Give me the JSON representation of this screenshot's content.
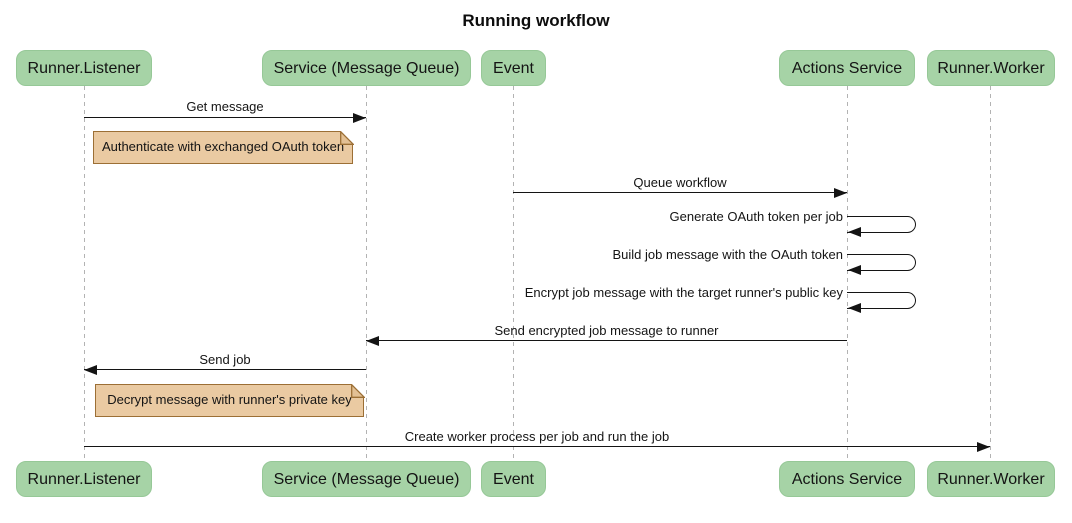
{
  "title": "Running workflow",
  "diagram_type": "sequence",
  "colors": {
    "actor_fill": "#a6d3a6",
    "actor_border": "#96c897",
    "note_fill": "#eacaa2",
    "note_border": "#9c6f35",
    "line": "#141414",
    "lifeline": "#b3b3b3",
    "background": "#ffffff"
  },
  "participants": [
    {
      "id": "runner-listener",
      "label": "Runner.Listener"
    },
    {
      "id": "service-message-queue",
      "label": "Service (Message Queue)"
    },
    {
      "id": "event",
      "label": "Event"
    },
    {
      "id": "actions-service",
      "label": "Actions Service"
    },
    {
      "id": "runner-worker",
      "label": "Runner.Worker"
    }
  ],
  "messages": [
    {
      "from": "Runner.Listener",
      "to": "Service (Message Queue)",
      "label": "Get message",
      "type": "arrow"
    },
    {
      "from": "Event",
      "to": "Actions Service",
      "label": "Queue workflow",
      "type": "arrow"
    },
    {
      "from": "Actions Service",
      "to": "Actions Service",
      "label": "Generate OAuth token per job",
      "type": "self"
    },
    {
      "from": "Actions Service",
      "to": "Actions Service",
      "label": "Build job message with the OAuth token",
      "type": "self"
    },
    {
      "from": "Actions Service",
      "to": "Actions Service",
      "label": "Encrypt job message with the target runner's public key",
      "type": "self"
    },
    {
      "from": "Actions Service",
      "to": "Service (Message Queue)",
      "label": "Send encrypted job message to runner",
      "type": "arrow"
    },
    {
      "from": "Service (Message Queue)",
      "to": "Runner.Listener",
      "label": "Send job",
      "type": "arrow"
    },
    {
      "from": "Runner.Listener",
      "to": "Runner.Worker",
      "label": "Create worker process per job and run the job",
      "type": "arrow"
    }
  ],
  "notes": [
    {
      "over": "Runner.Listener",
      "label": "Authenticate with exchanged OAuth token"
    },
    {
      "over": "Runner.Listener",
      "label": "Decrypt message with runner's private key"
    }
  ]
}
